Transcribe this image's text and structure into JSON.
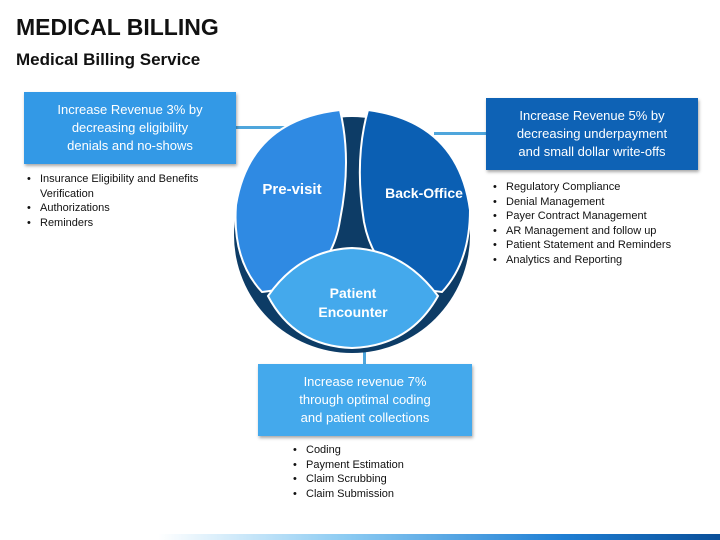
{
  "header": {
    "title": "MEDICAL BILLING",
    "subtitle": "Medical Billing Service"
  },
  "segments": {
    "previsit": {
      "label": "Pre-visit",
      "color": "#2f8ae3"
    },
    "backoffice": {
      "label": "Back-Office",
      "color": "#0b5fb3"
    },
    "encounter": {
      "label_line1": "Patient",
      "label_line2": "Encounter",
      "color": "#44a9ec"
    },
    "background_color": "#0d3c66"
  },
  "callouts": {
    "left": {
      "lines": [
        "Increase Revenue 3% by",
        "decreasing eligibility",
        "denials and no-shows"
      ],
      "color": "#3399e6"
    },
    "right": {
      "lines": [
        "Increase Revenue 5% by",
        "decreasing underpayment",
        "and small dollar write-offs"
      ],
      "color": "#0e62b5"
    },
    "bottom": {
      "lines": [
        "Increase revenue 7%",
        "through optimal coding",
        "and patient collections"
      ],
      "color": "#44a9ec"
    }
  },
  "lists": {
    "left": [
      "Insurance Eligibility and Benefits Verification",
      "Authorizations",
      "Reminders"
    ],
    "right": [
      "Regulatory Compliance",
      "Denial Management",
      "Payer Contract Management",
      "AR Management and follow up",
      "Patient Statement and Reminders",
      "Analytics and Reporting"
    ],
    "bottom": [
      "Coding",
      "Payment Estimation",
      "Claim Scrubbing",
      "Claim Submission"
    ]
  }
}
